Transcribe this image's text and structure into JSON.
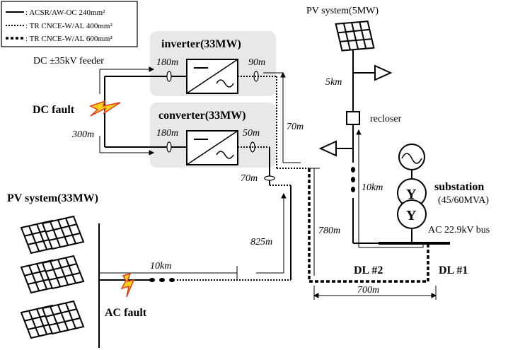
{
  "legend": {
    "items": [
      {
        "style": "solid",
        "label": ": ACSR/AW-OC 240mm²"
      },
      {
        "style": "dotted",
        "label": ": TR CNCE-W/AL 400mm²"
      },
      {
        "style": "dashed-thick",
        "label": ": TR CNCE-W/AL 600mm²"
      }
    ]
  },
  "labels": {
    "pv_top": "PV system(5MW)",
    "dc_feeder": "DC ±35kV feeder",
    "inverter": "inverter(33MW)",
    "converter": "converter(33MW)",
    "dc_fault": "DC fault",
    "pv_left": "PV system(33MW)",
    "ac_fault": "AC fault",
    "recloser": "recloser",
    "substation": "substation",
    "substation_rating": "(45/60MVA)",
    "bus": "AC 22.9kV bus",
    "dl2": "DL #2",
    "dl1": "DL #1",
    "transformer_symbol": "Y"
  },
  "distances": {
    "inv_in": "180m",
    "inv_out": "90m",
    "conv_in": "180m",
    "conv_out": "50m",
    "dc_300": "300m",
    "d70_right": "70m",
    "d70_left": "70m",
    "d825": "825m",
    "d10km_ac": "10km",
    "d5km": "5km",
    "d10km_dl": "10km",
    "d780": "780m",
    "d700": "700m"
  },
  "colors": {
    "line": "#000000",
    "box_fill": "#e8e8e8",
    "fault_fill": "#ffd21a",
    "fault_stroke": "#e03a1e"
  }
}
